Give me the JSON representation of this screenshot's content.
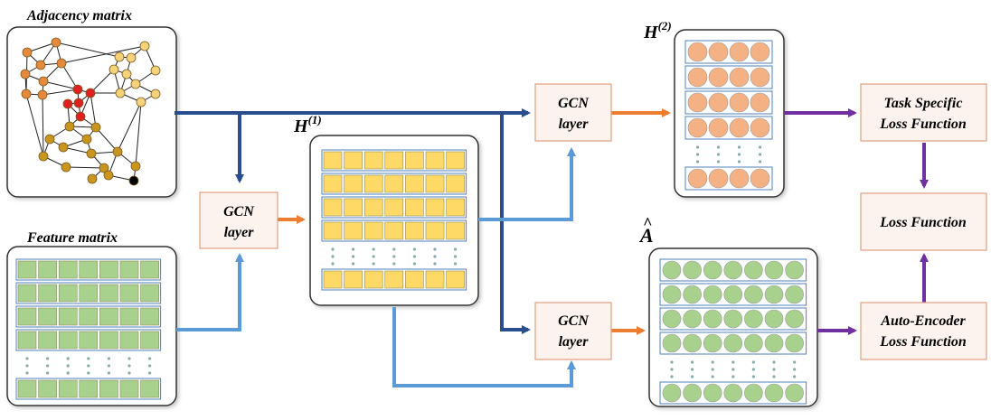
{
  "labels": {
    "adjacency_matrix": "Adjacency matrix",
    "feature_matrix": "Feature matrix",
    "h1_base": "H",
    "h1_sup": "(1)",
    "h2_base": "H",
    "h2_sup": "(2)",
    "a_hat": "A",
    "a_hat_accent": "^"
  },
  "gcn_layers": [
    {
      "line1": "GCN",
      "line2": "layer"
    },
    {
      "line1": "GCN",
      "line2": "layer"
    },
    {
      "line1": "GCN",
      "line2": "layer"
    }
  ],
  "loss_boxes": {
    "task_line1": "Task Specific",
    "task_line2": "Loss Function",
    "loss": "Loss Function",
    "ae_line1": "Auto-Encoder",
    "ae_line2": "Loss Function"
  },
  "colors": {
    "dark_blue": "#2a4d8f",
    "light_blue": "#5b9bd5",
    "orange": "#ed7d31",
    "purple": "#7030a0",
    "green_fill": "#a9d18e",
    "yellow_fill": "#ffd966",
    "salmon_fill": "#f4b183",
    "row_stroke": "#4f81bd",
    "box_fill": "#fdf3ee",
    "box_stroke": "#e0a080"
  }
}
